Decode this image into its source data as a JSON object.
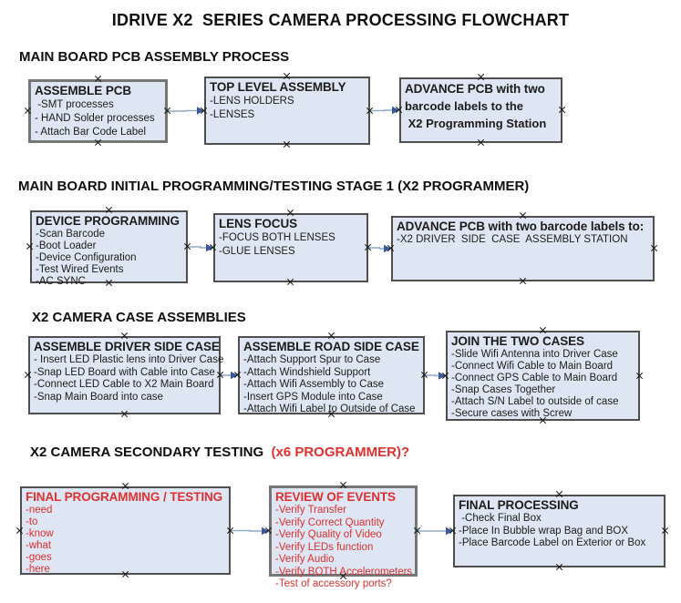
{
  "title": "IDRIVE X2  SERIES CAMERA PROCESSING FLOWCHART",
  "colors": {
    "box_fill": "#dde6f2",
    "box_border": "#4f4f4f",
    "accent_red": "#e03030",
    "arrow_line": "#92a9c7",
    "arrow_head": "#3a5a9b"
  },
  "sections": [
    {
      "heading": "MAIN BOARD PCB ASSEMBLY PROCESS",
      "boxes": [
        {
          "title": "ASSEMBLE PCB",
          "items": [
            " -SMT processes",
            "- HAND Solder processes",
            "- Attach Bar Code Label"
          ]
        },
        {
          "title": "TOP LEVEL ASSEMBLY",
          "items": [
            "-LENS HOLDERS",
            "-LENSES"
          ]
        },
        {
          "title": "ADVANCE PCB with two",
          "items": [
            "barcode labels to the",
            " X2 Programming Station"
          ]
        }
      ]
    },
    {
      "heading": "MAIN BOARD INITIAL PROGRAMMING/TESTING STAGE 1 (X2 PROGRAMMER)",
      "boxes": [
        {
          "title": "DEVICE PROGRAMMING",
          "items": [
            "-Scan Barcode",
            "-Boot Loader",
            "-Device Configuration",
            "-Test Wired Events",
            "-AC SYNC"
          ]
        },
        {
          "title": "LENS FOCUS",
          "items": [
            "-FOCUS BOTH LENSES",
            "-GLUE LENSES"
          ]
        },
        {
          "title": "ADVANCE PCB with two barcode labels to:",
          "items": [
            "-X2 DRIVER  SIDE  CASE  ASSEMBLY STATION"
          ]
        }
      ]
    },
    {
      "heading": "X2 CAMERA CASE ASSEMBLIES",
      "boxes": [
        {
          "title": "ASSEMBLE DRIVER SIDE CASE",
          "items": [
            "- Insert LED Plastic lens into Driver Case",
            "-Snap LED Board with Cable into Case",
            "-Connect LED Cable to X2 Main Board",
            "-Snap Main Board into case"
          ]
        },
        {
          "title": "ASSEMBLE ROAD SIDE CASE",
          "items": [
            "-Attach Support Spur to Case",
            "-Attach Windshield Support",
            "-Attach Wifi Assembly to Case",
            "-Insert GPS Module into Case",
            "-Attach Wifi Label to Outside of Case"
          ]
        },
        {
          "title": "JOIN THE TWO CASES",
          "items": [
            "-Slide Wifi Antenna into Driver Case",
            "-Connect Wifi Cable to Main Board",
            "-Connect GPS Cable to Main Board",
            "-Snap Cases Together",
            "-Attach S/N Label to outside of case",
            "-Secure cases with Screw"
          ]
        }
      ]
    },
    {
      "heading": "X2 CAMERA SECONDARY TESTING ",
      "heading_red": " (x6 PROGRAMMER)?",
      "boxes": [
        {
          "title": "FINAL PROGRAMMING / TESTING",
          "items": [
            "-need",
            "-to",
            "-know",
            "-what",
            "-goes",
            "-here"
          ]
        },
        {
          "title": "REVIEW OF EVENTS",
          "items": [
            "-Verify Transfer",
            "-Verify Correct Quantity",
            "-Verify Quality of Video",
            "-Verify LEDs function",
            "-Verify Audio",
            "-Verify BOTH Accelerometers",
            "-Test of accessory ports?"
          ]
        },
        {
          "title": "FINAL PROCESSING",
          "items": [
            " -Check Final Box",
            "-Place In Bubble wrap Bag and BOX",
            "-Place Barcode Label on Exterior or Box"
          ]
        }
      ]
    }
  ]
}
